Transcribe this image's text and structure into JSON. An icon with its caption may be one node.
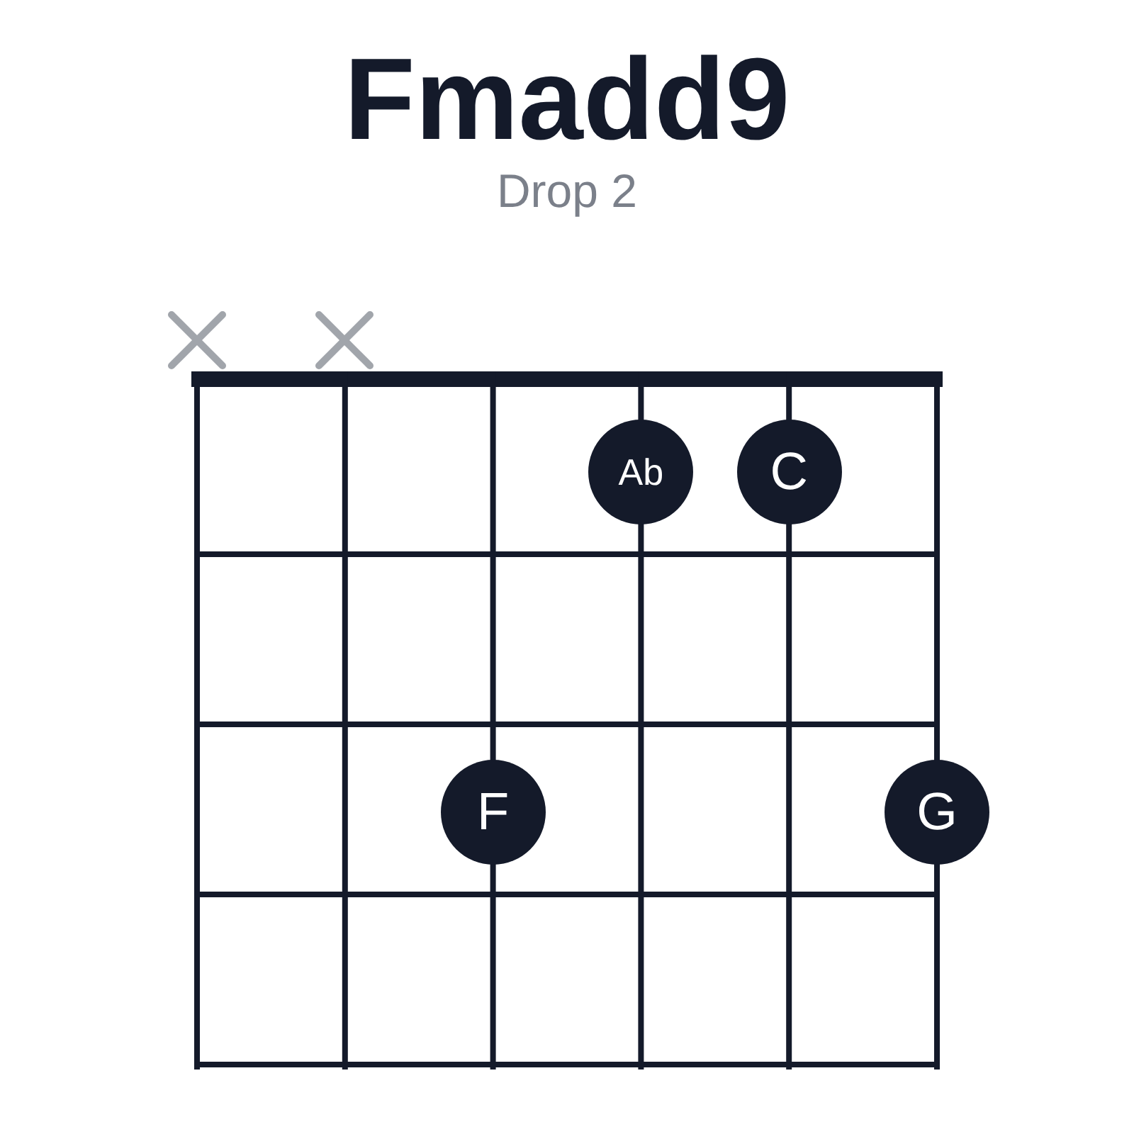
{
  "diagram": {
    "title": "Fmadd9",
    "nodes": [
      {
        "text": [
          "Ab"
        ]
      },
      {
        "text": [
          "C"
        ]
      },
      {
        "text": [
          "F"
        ]
      },
      {
        "text": [
          "G"
        ]
      }
    ],
    "labels": [
      "Drop 2"
    ]
  }
}
